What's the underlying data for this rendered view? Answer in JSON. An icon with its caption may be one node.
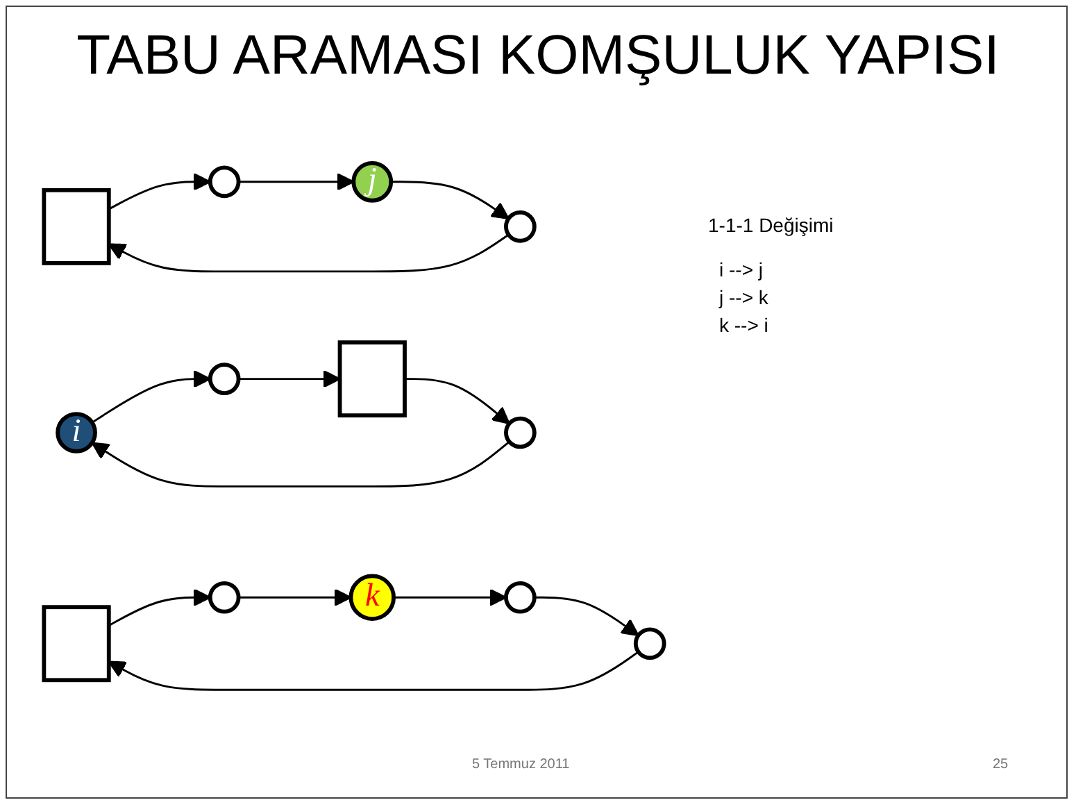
{
  "diagram": {
    "title": "TABU ARAMASI KOMŞULUK YAPISI",
    "nodes": [
      {
        "text": [],
        "shape": "box"
      },
      {
        "text": [],
        "shape": "circle"
      },
      {
        "text": [],
        "shape": "circle"
      },
      {
        "text": [
          "i"
        ]
      },
      {
        "text": [
          "j"
        ]
      },
      {
        "text": [],
        "shape": "circle"
      },
      {
        "text": [],
        "shape": "box"
      },
      {
        "text": [],
        "shape": "circle"
      },
      {
        "text": [],
        "shape": "circle"
      },
      {
        "text": [],
        "shape": "circle"
      },
      {
        "text": [
          "k"
        ]
      },
      {
        "text": [],
        "shape": "box"
      },
      {
        "text": [],
        "shape": "circle"
      }
    ],
    "edges": [
      {
        "from": 0,
        "to": 1,
        "arrow": "to"
      },
      {
        "from": 1,
        "to": 4,
        "arrow": "to"
      },
      {
        "from": 4,
        "to": 2,
        "arrow": "to"
      },
      {
        "from": 2,
        "to": 0,
        "arrow": "to"
      },
      {
        "from": 5,
        "to": 3,
        "arrow": "to"
      },
      {
        "from": 3,
        "to": 8,
        "arrow": "to"
      },
      {
        "from": 8,
        "to": 11,
        "arrow": "to"
      },
      {
        "from": 11,
        "to": 5,
        "arrow": "to"
      },
      {
        "from": 6,
        "to": 7,
        "arrow": "to"
      },
      {
        "from": 7,
        "to": 10,
        "arrow": "to"
      },
      {
        "from": 10,
        "to": 12,
        "arrow": "to"
      },
      {
        "from": 12,
        "to": 9,
        "arrow": "to"
      },
      {
        "from": 9,
        "to": 6,
        "arrow": "to"
      }
    ],
    "labels": [
      "1-1-1 Değişimi",
      "i --> j",
      "j --> k",
      "k --> i",
      "5 Temmuz 2011",
      "25"
    ]
  }
}
